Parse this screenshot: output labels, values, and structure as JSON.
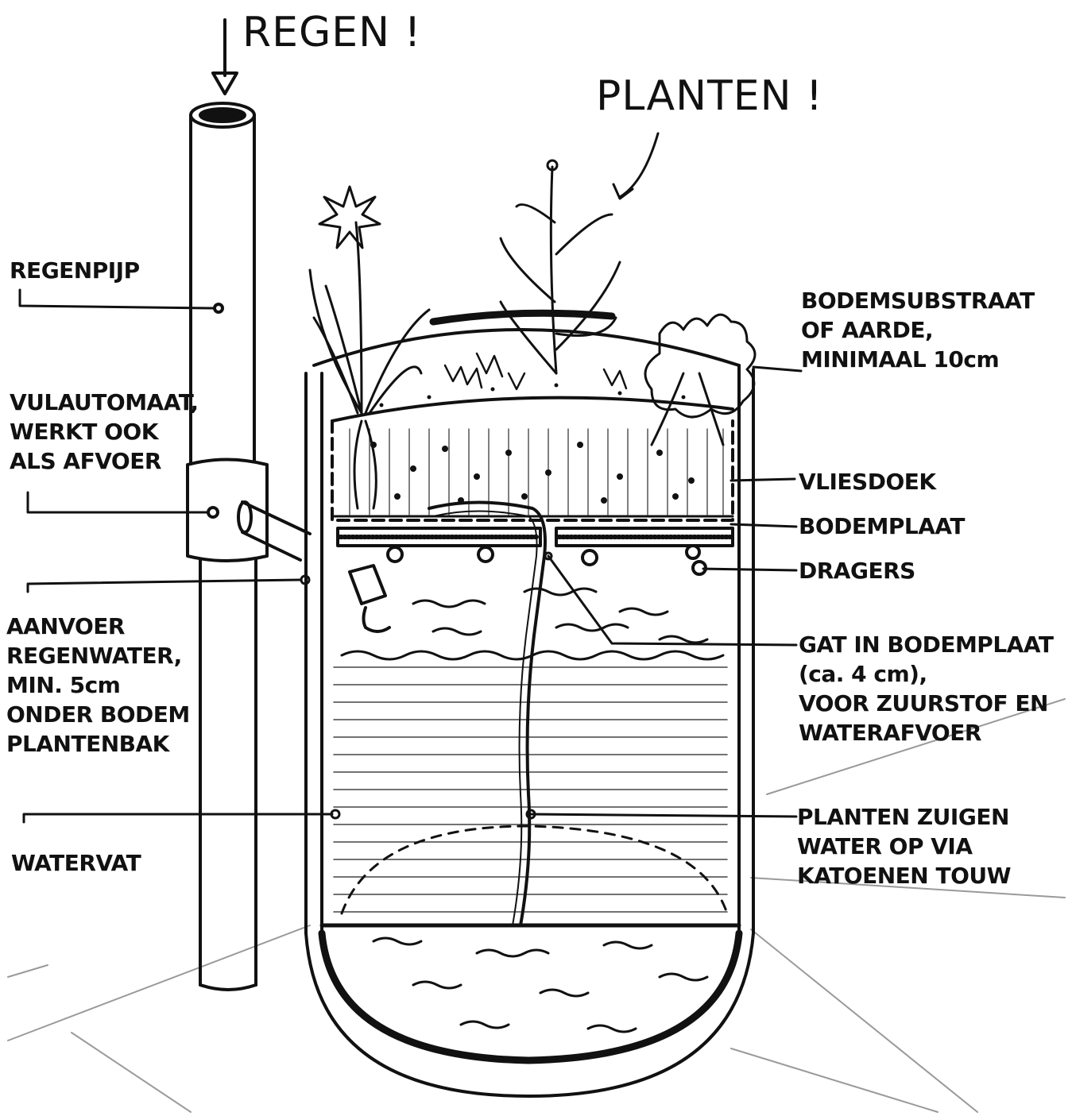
{
  "colors": {
    "ink": "#111111",
    "paper": "#ffffff",
    "grey": "#9a9a9a"
  },
  "labels": {
    "regen": "REGEN !",
    "planten": "PLANTEN !",
    "regenpijp": [
      "REGENPIJP"
    ],
    "vulautomaat": [
      "VULAUTOMAAT,",
      "WERKT OOK",
      "ALS AFVOER"
    ],
    "aanvoer": [
      "AANVOER",
      "REGENWATER,",
      "MIN. 5cm",
      "ONDER BODEM",
      "PLANTENBAK"
    ],
    "watervat": [
      "WATERVAT"
    ],
    "bodemsubstraat": [
      "BODEMSUBSTRAAT",
      "OF AARDE,",
      "MINIMAAL 10cm"
    ],
    "vliesdoek": [
      "VLIESDOEK"
    ],
    "bodemplaat": [
      "BODEMPLAAT"
    ],
    "dragers": [
      "DRAGERS"
    ],
    "gat": [
      "GAT IN BODEMPLAAT",
      "(ca. 4 cm),",
      "VOOR ZUURSTOF EN",
      "WATERAFVOER"
    ],
    "touw": [
      "PLANTEN ZUIGEN",
      "WATER OP VIA",
      "KATOENEN TOUW"
    ]
  }
}
